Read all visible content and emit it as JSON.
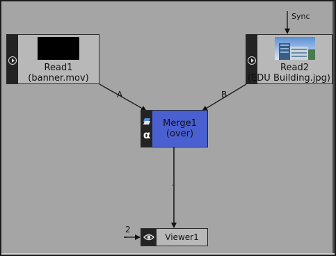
{
  "nodes": {
    "read1": {
      "name": "Read1",
      "file": "(banner.mov)"
    },
    "read2": {
      "name": "Read2",
      "file": "(EDU Building.jpg)"
    },
    "merge1": {
      "name": "Merge1",
      "op": "(over)",
      "alpha_glyph": "α"
    },
    "viewer1": {
      "name": "Viewer1",
      "input_number": "2"
    }
  },
  "wires": {
    "a_label": "A",
    "b_label": "B",
    "sync_label": "Sync"
  },
  "colors": {
    "canvas": "#a5a5a5",
    "node_body": "#b8b8b8",
    "node_strip": "#232323",
    "merge_body": "#4a5fd0"
  },
  "icons": {
    "read_node": "play-circle-icon",
    "merge_node": "merge-icon",
    "alpha": "alpha-icon",
    "viewer": "eye-icon"
  }
}
